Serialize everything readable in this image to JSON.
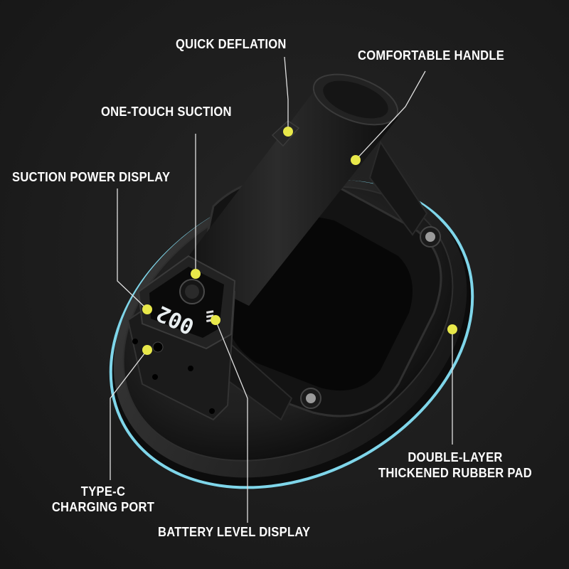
{
  "labels": {
    "quick_deflation": "QUICK DEFLATION",
    "comfortable_handle": "COMFORTABLE HANDLE",
    "one_touch_suction": "ONE-TOUCH SUCTION",
    "suction_power_display": "SUCTION POWER DISPLAY",
    "double_layer_line1": "DOUBLE-LAYER",
    "double_layer_line2": "THICKENED RUBBER PAD",
    "type_c_line1": "TYPE-C",
    "type_c_line2": "CHARGING PORT",
    "battery_level_display": "BATTERY LEVEL DISPLAY"
  },
  "display": {
    "reading": "002"
  },
  "colors": {
    "background": "#1c1c1c",
    "marker": "#e8e84a",
    "pad_edge": "#7fd6ea",
    "label_text": "#ffffff"
  }
}
